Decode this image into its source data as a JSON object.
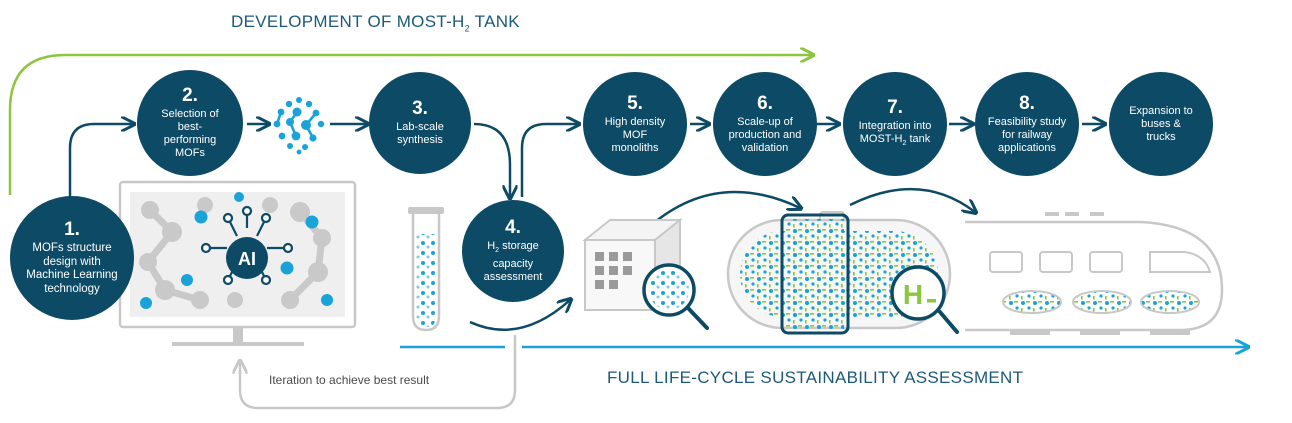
{
  "header": {
    "top_title_main": "DEVELOPMENT OF MOST-H",
    "top_title_sub": "2",
    "top_title_end": " TANK",
    "bottom_title": "FULL LIFE-CYCLE SUSTAINABILITY ASSESSMENT"
  },
  "steps": [
    {
      "num": "1.",
      "label": "MOFs structure design with Machine Learning technology"
    },
    {
      "num": "2.",
      "label": "Selection of best-performing MOFs"
    },
    {
      "num": "3.",
      "label": "Lab-scale synthesis"
    },
    {
      "num": "4.",
      "label_pre": "H",
      "label_sub": "2",
      "label_post": " storage capacity assessment"
    },
    {
      "num": "5.",
      "label": "High density MOF monoliths"
    },
    {
      "num": "6.",
      "label": "Scale-up of production and validation"
    },
    {
      "num": "7.",
      "label_pre": "Integration into MOST-H",
      "label_sub": "2",
      "label_post": " tank"
    },
    {
      "num": "8.",
      "label": "Feasibility study for railway applications"
    },
    {
      "num": "",
      "label": "Expansion to buses & trucks"
    }
  ],
  "ai_badge": "AI",
  "h2_badge": "H",
  "iteration_label": "Iteration to achieve best result",
  "colors": {
    "navy": "#0d4a66",
    "green": "#8cc63f",
    "cyan": "#1aa3d9",
    "gray": "#c8c8c8"
  }
}
